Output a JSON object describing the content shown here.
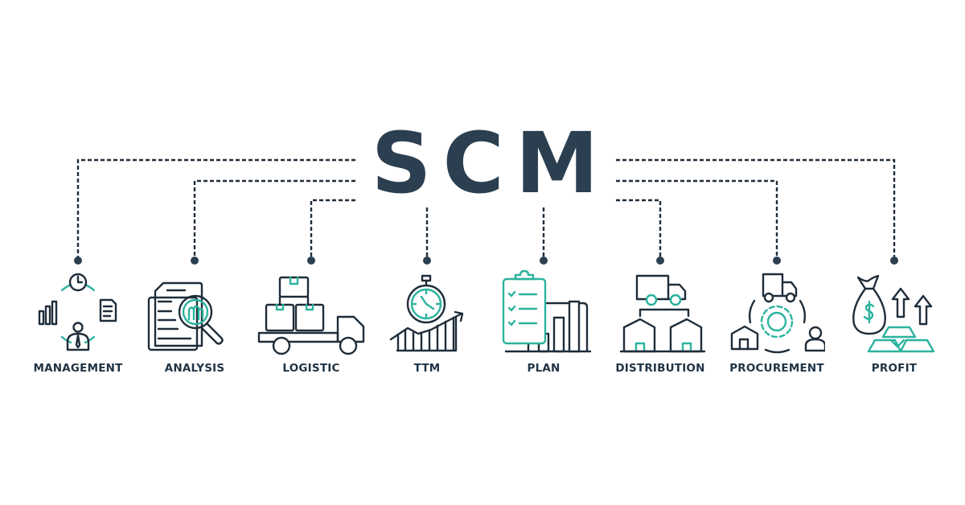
{
  "title": "SCM",
  "colors": {
    "primary": "#2b3f50",
    "accent": "#2bb39e",
    "background": "#ffffff"
  },
  "items": [
    {
      "label": "MANAGEMENT",
      "icon": "management-cycle-icon"
    },
    {
      "label": "ANALYSIS",
      "icon": "document-magnifier-icon"
    },
    {
      "label": "LOGISTIC",
      "icon": "truck-boxes-icon"
    },
    {
      "label": "TTM",
      "icon": "stopwatch-growth-icon"
    },
    {
      "label": "PLAN",
      "icon": "clipboard-chart-icon"
    },
    {
      "label": "DISTRIBUTION",
      "icon": "truck-warehouses-icon"
    },
    {
      "label": "PROCUREMENT",
      "icon": "gear-truck-house-person-icon"
    },
    {
      "label": "PROFIT",
      "icon": "moneybag-gold-arrows-icon"
    }
  ]
}
